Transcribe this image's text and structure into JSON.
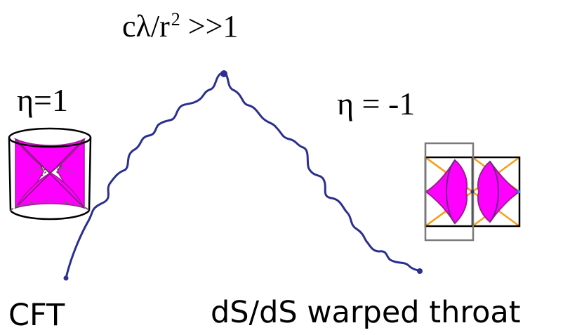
{
  "labels": {
    "top": {
      "pre": "c",
      "lambda": "λ",
      "mid": "/r",
      "exponent": "2",
      "post": " >>1"
    },
    "left": "η=1",
    "right": "η = -1",
    "bottom_left": "CFT",
    "bottom_right": "dS/dS warped throat"
  },
  "colors": {
    "curve": "#2b2f8f",
    "magenta": "#ff00ff",
    "magenta_edge": "#9b1f8a",
    "orange": "#f5a01a",
    "frame": "#000000",
    "gray_frame": "#7a7a7a",
    "dashed": "#666666"
  }
}
